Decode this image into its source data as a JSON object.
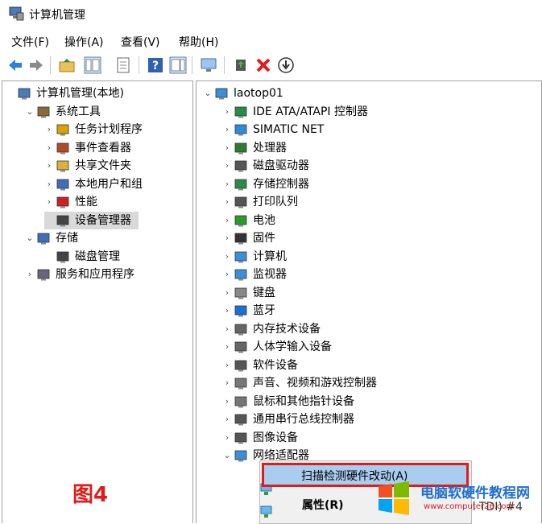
{
  "window": {
    "title": "计算机管理"
  },
  "menu": [
    "文件(F)",
    "操作(A)",
    "查看(V)",
    "帮助(H)"
  ],
  "toolbar": {
    "icons": [
      "back-icon",
      "forward-icon",
      "up-folder-icon",
      "show-hide-tree-icon",
      "export-icon",
      "help-icon",
      "show-hide-action-icon",
      "monitor-icon",
      "update-driver-icon",
      "uninstall-icon",
      "disable-icon"
    ]
  },
  "left_tree": [
    {
      "label": "计算机管理(本地)",
      "level": 0,
      "chev": "",
      "icon": "computer-management-icon"
    },
    {
      "label": "系统工具",
      "level": 1,
      "chev": "v",
      "icon": "tools-icon"
    },
    {
      "label": "任务计划程序",
      "level": 2,
      "chev": ">",
      "icon": "clock-icon"
    },
    {
      "label": "事件查看器",
      "level": 2,
      "chev": ">",
      "icon": "event-viewer-icon"
    },
    {
      "label": "共享文件夹",
      "level": 2,
      "chev": ">",
      "icon": "shared-folder-icon"
    },
    {
      "label": "本地用户和组",
      "level": 2,
      "chev": ">",
      "icon": "users-icon"
    },
    {
      "label": "性能",
      "level": 2,
      "chev": ">",
      "icon": "performance-icon"
    },
    {
      "label": "设备管理器",
      "level": 2,
      "chev": "",
      "icon": "device-manager-icon",
      "selected": true
    },
    {
      "label": "存储",
      "level": 1,
      "chev": "v",
      "icon": "storage-icon"
    },
    {
      "label": "磁盘管理",
      "level": 2,
      "chev": "",
      "icon": "disk-icon"
    },
    {
      "label": "服务和应用程序",
      "level": 1,
      "chev": ">",
      "icon": "services-icon"
    }
  ],
  "right_tree": [
    {
      "label": "laotop01",
      "level": 0,
      "chev": "v",
      "icon": "computer-icon"
    },
    {
      "label": "IDE ATA/ATAPI 控制器",
      "level": 1,
      "chev": ">",
      "icon": "ide-icon"
    },
    {
      "label": "SIMATIC NET",
      "level": 1,
      "chev": ">",
      "icon": "network-monitor-icon"
    },
    {
      "label": "处理器",
      "level": 1,
      "chev": ">",
      "icon": "processor-icon"
    },
    {
      "label": "磁盘驱动器",
      "level": 1,
      "chev": ">",
      "icon": "disk-drive-icon"
    },
    {
      "label": "存储控制器",
      "level": 1,
      "chev": ">",
      "icon": "storage-controller-icon"
    },
    {
      "label": "打印队列",
      "level": 1,
      "chev": ">",
      "icon": "printer-icon"
    },
    {
      "label": "电池",
      "level": 1,
      "chev": ">",
      "icon": "battery-icon"
    },
    {
      "label": "固件",
      "level": 1,
      "chev": ">",
      "icon": "firmware-icon"
    },
    {
      "label": "计算机",
      "level": 1,
      "chev": ">",
      "icon": "computer-icon"
    },
    {
      "label": "监视器",
      "level": 1,
      "chev": ">",
      "icon": "monitor-icon"
    },
    {
      "label": "键盘",
      "level": 1,
      "chev": ">",
      "icon": "keyboard-icon"
    },
    {
      "label": "蓝牙",
      "level": 1,
      "chev": ">",
      "icon": "bluetooth-icon"
    },
    {
      "label": "内存技术设备",
      "level": 1,
      "chev": ">",
      "icon": "memory-icon"
    },
    {
      "label": "人体学输入设备",
      "level": 1,
      "chev": ">",
      "icon": "hid-icon"
    },
    {
      "label": "软件设备",
      "level": 1,
      "chev": ">",
      "icon": "software-device-icon"
    },
    {
      "label": "声音、视频和游戏控制器",
      "level": 1,
      "chev": ">",
      "icon": "speaker-icon"
    },
    {
      "label": "鼠标和其他指针设备",
      "level": 1,
      "chev": ">",
      "icon": "mouse-icon"
    },
    {
      "label": "通用串行总线控制器",
      "level": 1,
      "chev": ">",
      "icon": "usb-icon"
    },
    {
      "label": "图像设备",
      "level": 1,
      "chev": ">",
      "icon": "camera-icon"
    },
    {
      "label": "网络适配器",
      "level": 1,
      "chev": "v",
      "icon": "network-adapter-icon"
    }
  ],
  "partial_row_text": "ol TDI) #4",
  "context_menu": {
    "items": [
      "扫描检测硬件改动(A)",
      "属性(R)"
    ]
  },
  "annotation": "图4",
  "watermark": {
    "text": "电脑软硬件教程网",
    "url": "www.computer26.com"
  },
  "colors": {
    "accent_red": "#e01b1b",
    "selected": "#d9d9d9",
    "highlight": "#a9cdef"
  }
}
